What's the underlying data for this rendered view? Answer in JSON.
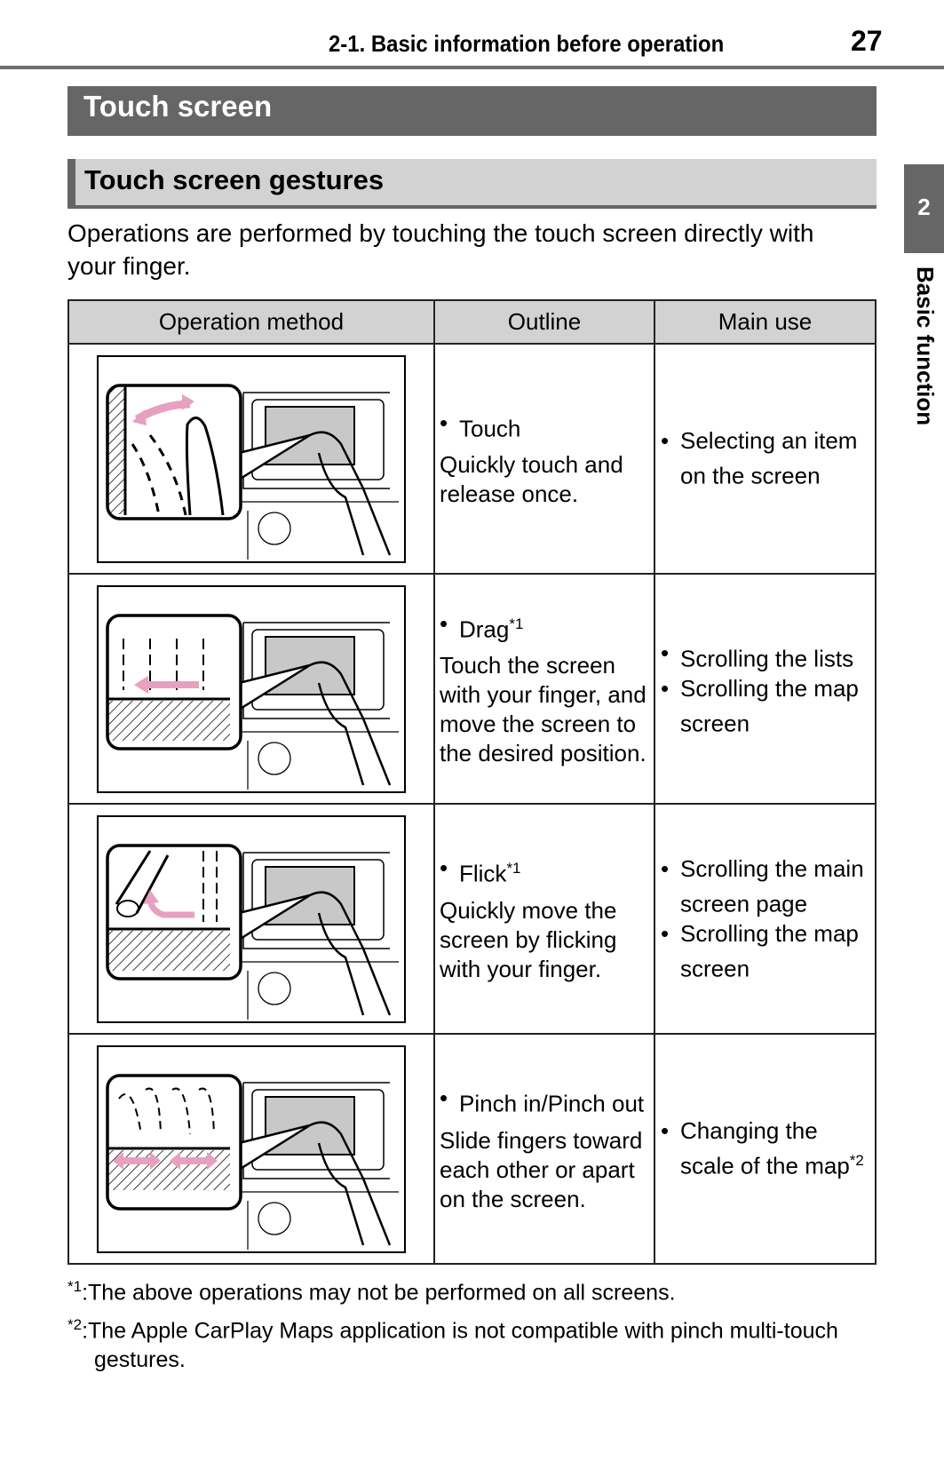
{
  "header": {
    "section": "2-1. Basic information before operation",
    "page_number": "27"
  },
  "title": "Touch screen",
  "subtitle": "Touch screen gestures",
  "side_tab": {
    "number": "2",
    "label": "Basic function"
  },
  "intro": "Operations are performed by touching the touch screen directly with your finger.",
  "table": {
    "headers": [
      "Operation method",
      "Outline",
      "Main use"
    ],
    "rows": [
      {
        "gesture": "touch",
        "name": "Touch",
        "sup": "",
        "desc": "Quickly touch and release once.",
        "uses": [
          {
            "text": "Selecting an item on the screen",
            "sup": ""
          }
        ]
      },
      {
        "gesture": "drag",
        "name": "Drag",
        "sup": "*1",
        "desc": "Touch the screen with your finger, and move the screen to the desired position.",
        "uses": [
          {
            "text": "Scrolling the lists",
            "sup": ""
          },
          {
            "text": "Scrolling the map screen",
            "sup": ""
          }
        ]
      },
      {
        "gesture": "flick",
        "name": "Flick",
        "sup": "*1",
        "desc": "Quickly move the screen by flicking with your finger.",
        "uses": [
          {
            "text": "Scrolling the main screen page",
            "sup": ""
          },
          {
            "text": "Scrolling the map screen",
            "sup": ""
          }
        ]
      },
      {
        "gesture": "pinch",
        "name": "Pinch in/Pinch out",
        "sup": "",
        "desc": "Slide fingers toward each other or apart on the screen.",
        "uses": [
          {
            "text": "Changing the scale of the map",
            "sup": "*2"
          }
        ]
      }
    ]
  },
  "footnotes": [
    {
      "mark": "*1",
      "text": "The above operations may not be performed on all screens."
    },
    {
      "mark": "*2",
      "text": "The Apple CarPlay Maps application is not compatible with pinch multi-touch gestures."
    }
  ],
  "colors": {
    "dark_gray": "#666666",
    "light_gray": "#d2d2d2",
    "arrow_pink": "#e8a0c0"
  }
}
